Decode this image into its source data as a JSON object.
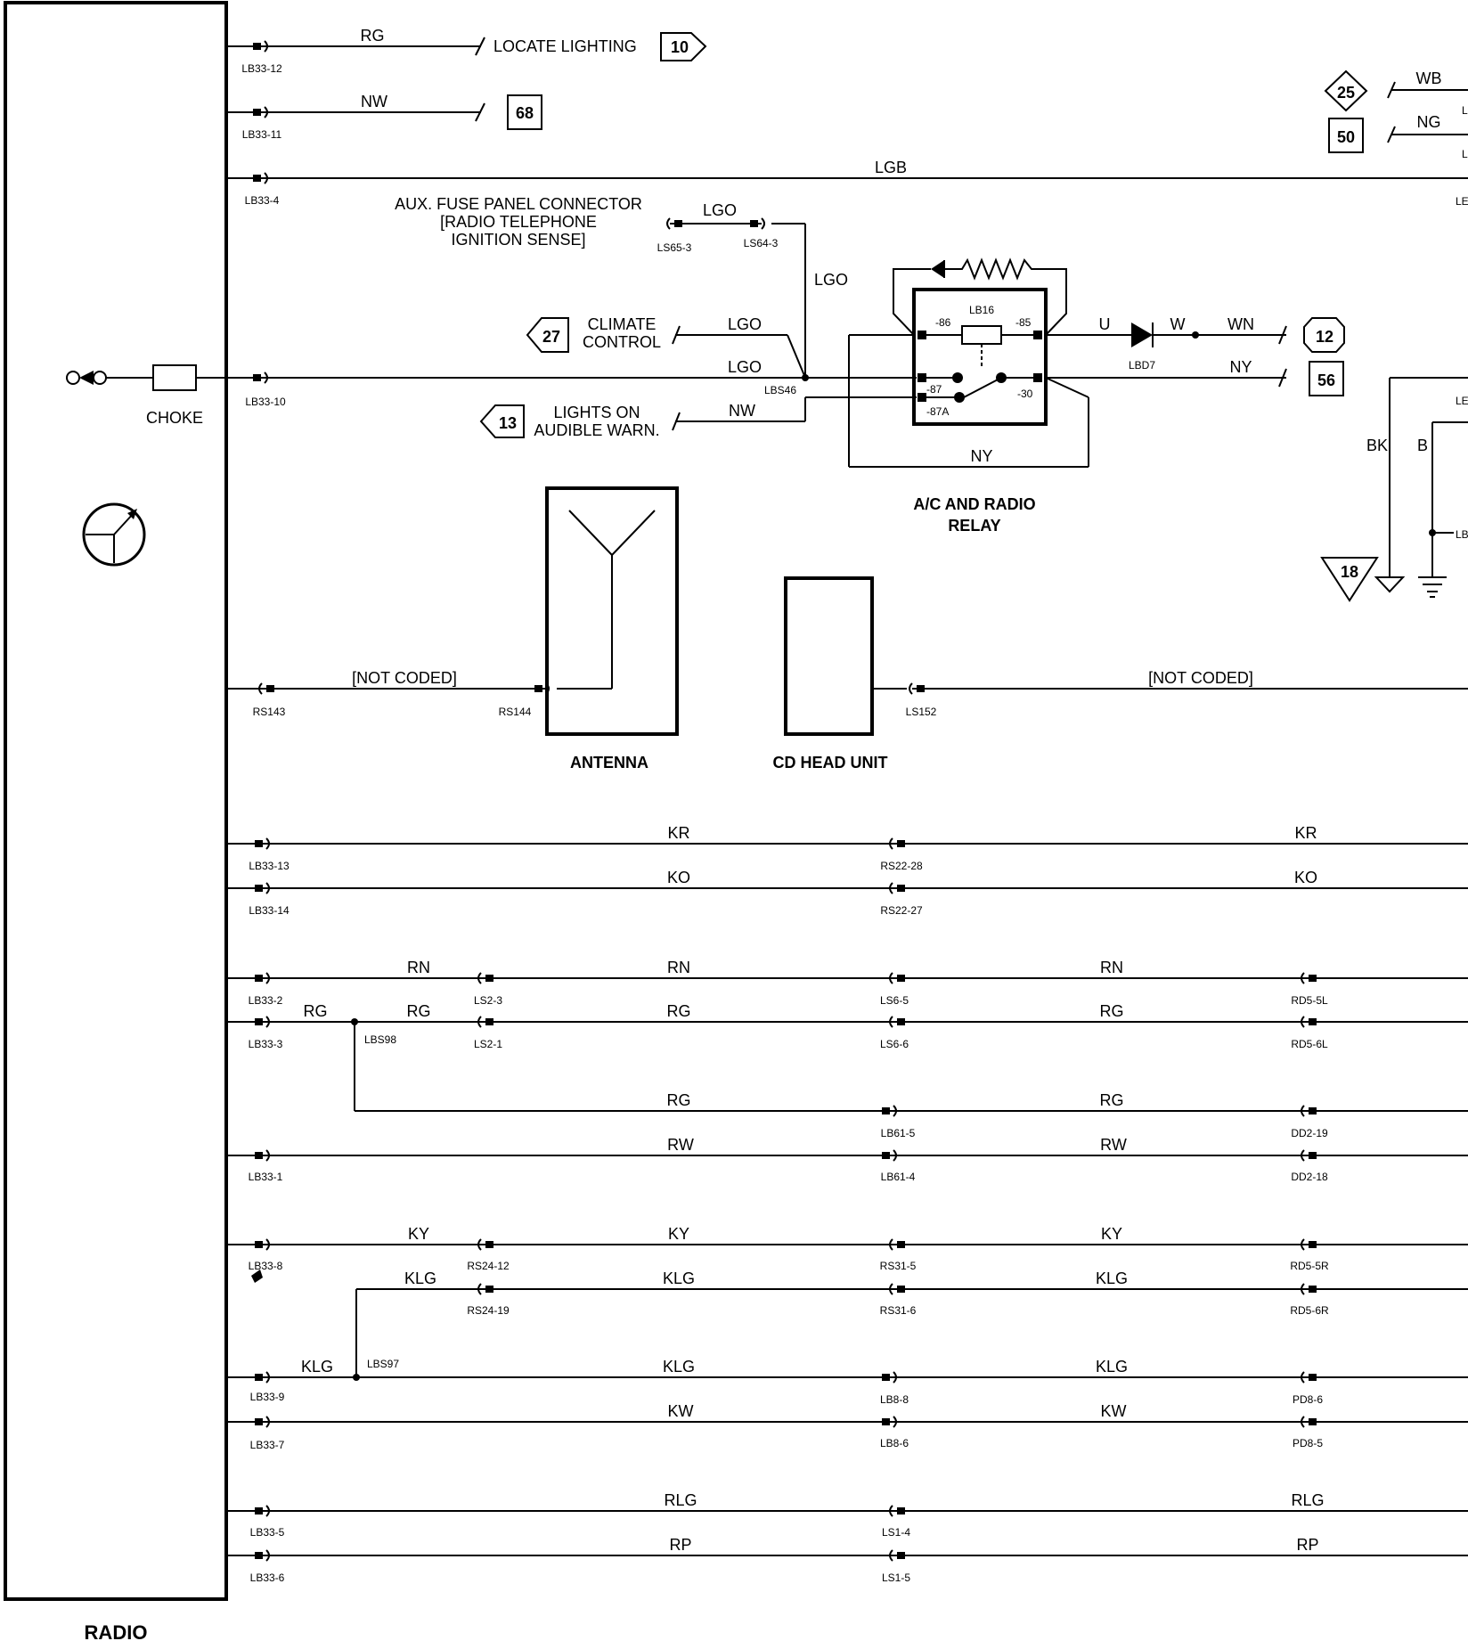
{
  "radio_label": "RADIO",
  "choke_label": "CHOKE",
  "antenna_label": "ANTENNA",
  "cd_head_unit_label": "CD HEAD UNIT",
  "relay": {
    "title_line1": "A/C AND RADIO",
    "title_line2": "RELAY",
    "id": "LB16",
    "pin_86": "-86",
    "pin_85": "-85",
    "pin_87": "-87",
    "pin_87a": "-87A",
    "pin_30": "-30",
    "loop_wire": "NY"
  },
  "aux_fuse": {
    "line1": "AUX. FUSE PANEL CONNECTOR",
    "line2": "[RADIO TELEPHONE",
    "line3": "IGNITION SENSE]",
    "wire": "LGO",
    "conn_a": "LS65-3",
    "conn_b": "LS64-3",
    "drop_wire": "LGO"
  },
  "top_wires": {
    "w1_color": "RG",
    "w1_conn": "LB33-12",
    "w1_dest": "LOCATE LIGHTING",
    "w1_ref": "10",
    "w2_color": "NW",
    "w2_conn": "LB33-11",
    "w2_ref": "68",
    "w3_color": "LGB",
    "w3_conn": "LB33-4",
    "w4_color": "LGO",
    "w4_conn": "LB33-10",
    "splice": "LBS46",
    "climate_line1": "CLIMATE",
    "climate_line2": "CONTROL",
    "climate_wire": "LGO",
    "climate_ref": "27",
    "lights_line1": "LIGHTS ON",
    "lights_line2": "AUDIBLE WARN.",
    "lights_wire": "NW",
    "lights_ref": "13"
  },
  "relay_out": {
    "u_wire": "U",
    "w_wire": "W",
    "wn_wire": "WN",
    "diode": "LBD7",
    "ref_12": "12",
    "ny_wire": "NY",
    "ref_56": "56"
  },
  "right_side": {
    "ref_25": "25",
    "wb_wire": "WB",
    "ref_50": "50",
    "ng_wire": "NG",
    "bk_wire": "BK",
    "b_wire": "B",
    "ref_18": "18"
  },
  "not_coded": {
    "left_text": "[NOT CODED]",
    "left_conn_a": "RS143",
    "left_conn_b": "RS144",
    "right_text": "[NOT CODED]",
    "right_conn": "LS152"
  },
  "lower_wires": [
    {
      "c1": "LB33-13",
      "w1": "KR",
      "c2": "RS22-28",
      "w2": "KR"
    },
    {
      "c1": "LB33-14",
      "w1": "KO",
      "c2": "RS22-27",
      "w2": "KO"
    },
    {
      "c1": "LB33-2",
      "w0": "RN",
      "c_ls": "LS2-3",
      "w1": "RN",
      "c2": "LS6-5",
      "w2": "RN",
      "c3": "RD5-5L"
    },
    {
      "c1": "LB33-3",
      "w_a": "RG",
      "w0": "RG",
      "splice": "LBS98",
      "c_ls": "LS2-1",
      "w1": "RG",
      "c2": "LS6-6",
      "w2": "RG",
      "c3": "RD5-6L"
    },
    {
      "w1": "RG",
      "c2": "LB61-5",
      "w2": "RG",
      "c3": "DD2-19"
    },
    {
      "c1": "LB33-1",
      "w1": "RW",
      "c2": "LB61-4",
      "w2": "RW",
      "c3": "DD2-18"
    },
    {
      "c1": "LB33-8",
      "w0": "KY",
      "c_ls": "RS24-12",
      "w1": "KY",
      "c2": "RS31-5",
      "w2": "KY",
      "c3": "RD5-5R"
    },
    {
      "w0": "KLG",
      "c_ls": "RS24-19",
      "w1": "KLG",
      "c2": "RS31-6",
      "w2": "KLG",
      "c3": "RD5-6R"
    },
    {
      "c1": "LB33-9",
      "w_a": "KLG",
      "splice": "LBS97",
      "w1": "KLG",
      "c2": "LB8-8",
      "w2": "KLG",
      "c3": "PD8-6"
    },
    {
      "c1": "LB33-7",
      "w1": "KW",
      "c2": "LB8-6",
      "w2": "KW",
      "c3": "PD8-5"
    },
    {
      "c1": "LB33-5",
      "w1": "RLG",
      "c2": "LS1-4",
      "w2": "RLG"
    },
    {
      "c1": "LB33-6",
      "w1": "RP",
      "c2": "LS1-5",
      "w2": "RP"
    }
  ],
  "edge_fragments": [
    "L",
    "L",
    "LE",
    "LE",
    "LB"
  ]
}
